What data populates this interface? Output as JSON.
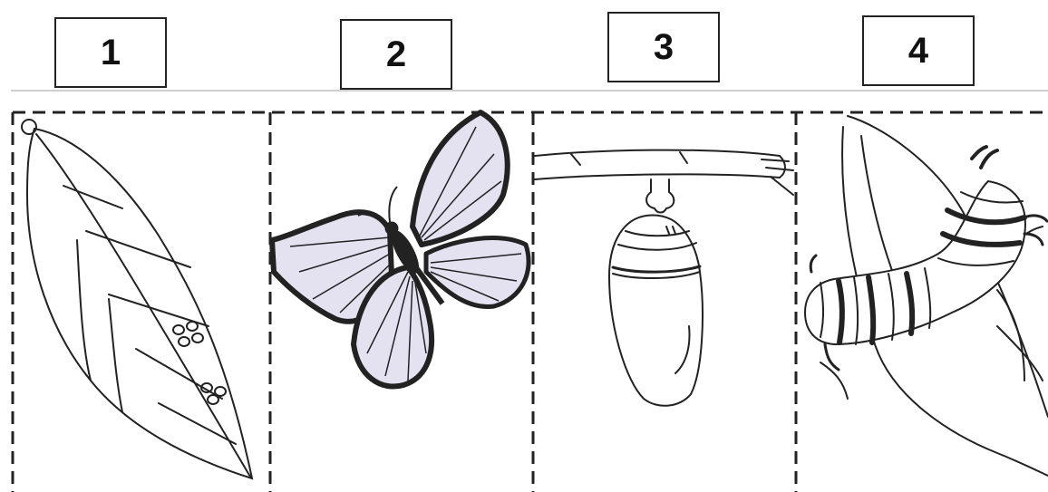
{
  "sequence_labels": [
    "1",
    "2",
    "3",
    "4"
  ],
  "panels": [
    {
      "icon": "leaf-with-eggs-icon"
    },
    {
      "icon": "butterfly-icon"
    },
    {
      "icon": "chrysalis-icon"
    },
    {
      "icon": "caterpillar-icon"
    }
  ],
  "colors": {
    "line": "#222222",
    "wing_fill": "#e4e1f1",
    "background": "#ffffff"
  }
}
